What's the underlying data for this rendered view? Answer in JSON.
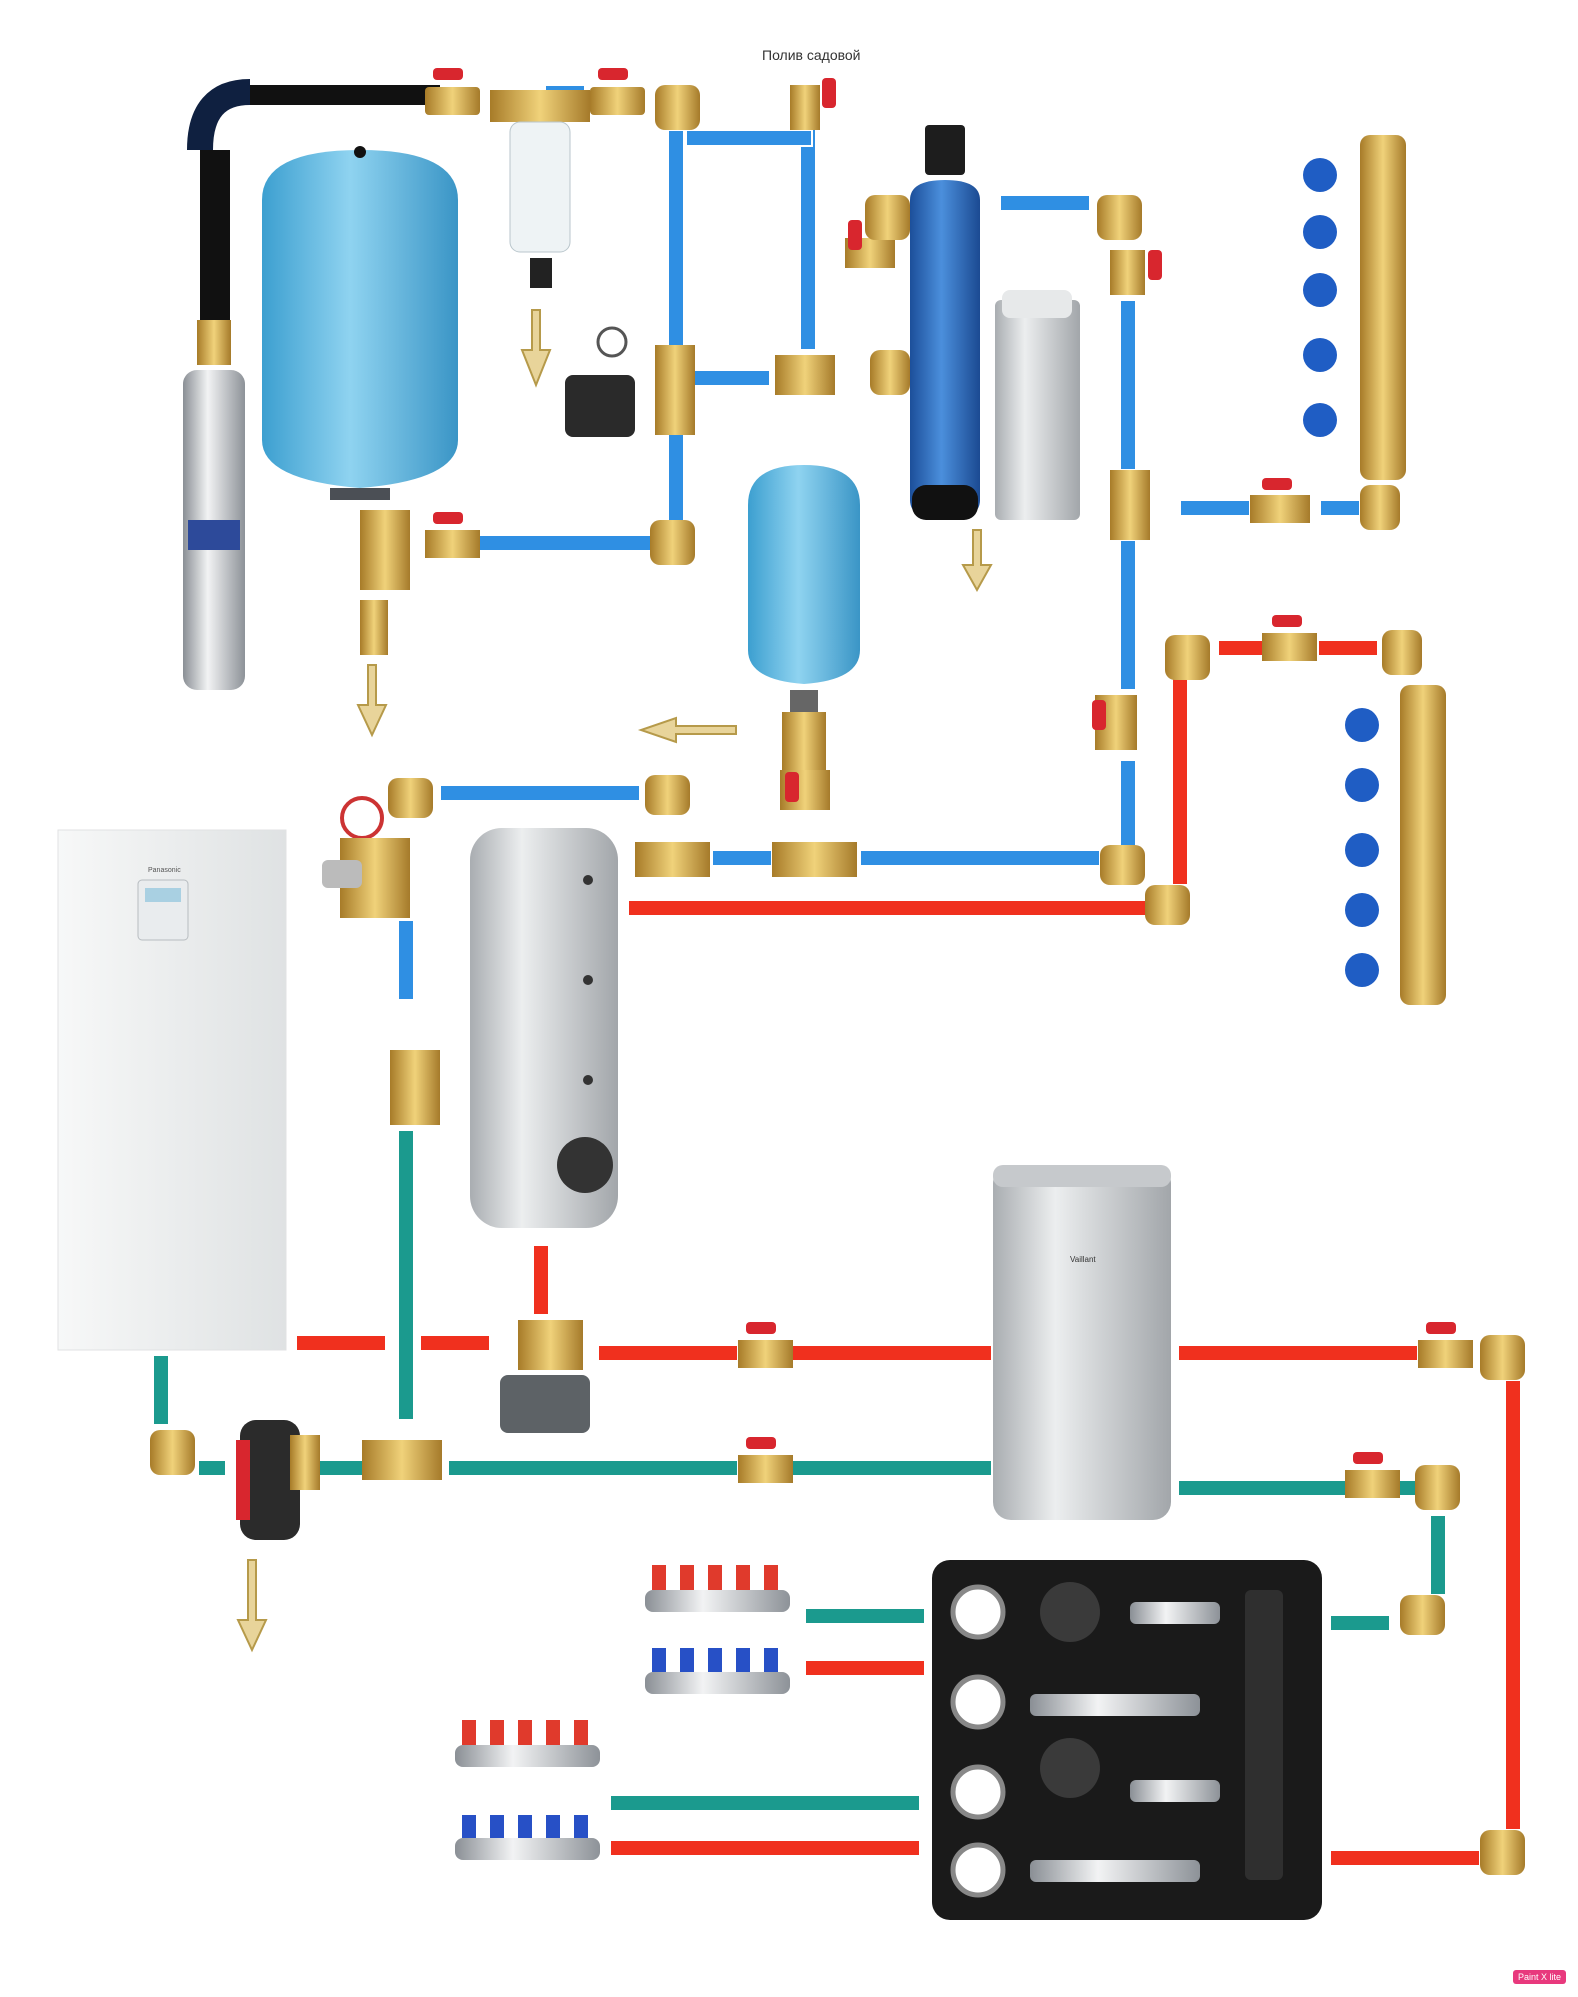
{
  "labels": {
    "garden_watering": "Полив садовой",
    "heat_pump_brand": "Panasonic",
    "boiler_brand": "Vaillant",
    "watermark": "Paint X lite"
  },
  "colors": {
    "cold_water": "#2f8fe3",
    "hot_water": "#f0301e",
    "heating_return": "#1b9a8e",
    "brass": "#c9a24a",
    "valve_handle": "#d8262e",
    "tank_blue": "#5fb8e0",
    "filter_blue": "#2c6fc4"
  },
  "icons": [
    "submersible-pump-icon",
    "expansion-tank-icon",
    "ball-valve-icon",
    "filter-icon",
    "pressure-switch-icon",
    "softener-icon",
    "manifold-icon",
    "heat-pump-icon",
    "boiler-tank-icon",
    "pump-group-icon",
    "drain-arrow-icon"
  ]
}
